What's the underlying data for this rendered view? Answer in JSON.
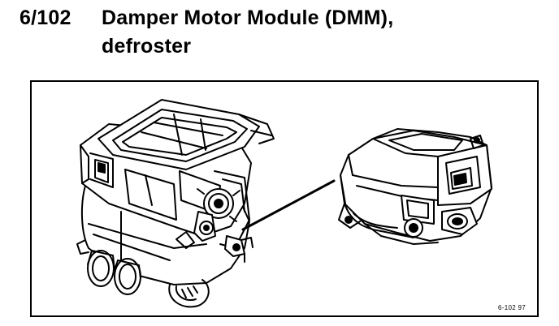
{
  "heading": {
    "ref_number": "6/102",
    "title_line1": "Damper Motor Module (DMM),",
    "title_line2": "defroster"
  },
  "figure": {
    "code": "6-102 97",
    "left_object": "hvac-housing-drawing",
    "right_object": "damper-motor-module-drawing"
  }
}
